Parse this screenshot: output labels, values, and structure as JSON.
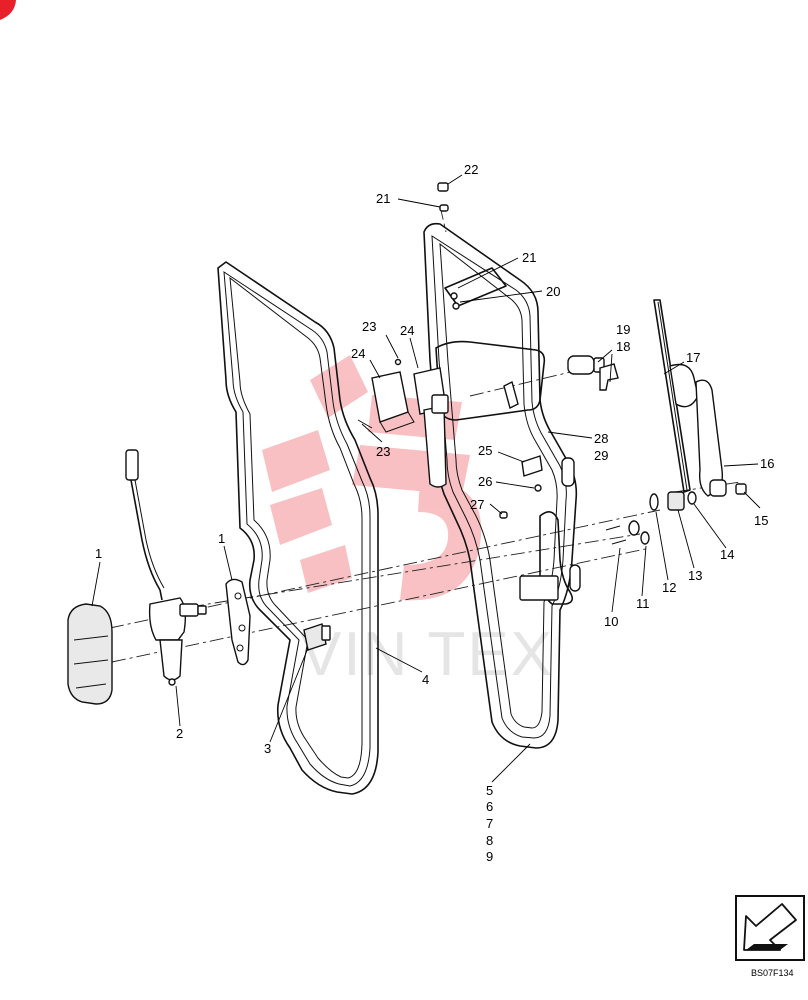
{
  "callouts": [
    {
      "id": "c22",
      "text": "22"
    },
    {
      "id": "c21a",
      "text": "21"
    },
    {
      "id": "c21b",
      "text": "21"
    },
    {
      "id": "c20",
      "text": "20"
    },
    {
      "id": "c19",
      "text": "19"
    },
    {
      "id": "c18",
      "text": "18"
    },
    {
      "id": "c17",
      "text": "17"
    },
    {
      "id": "c23a",
      "text": "23"
    },
    {
      "id": "c24a",
      "text": "24"
    },
    {
      "id": "c24b",
      "text": "24"
    },
    {
      "id": "c23b",
      "text": "23"
    },
    {
      "id": "c28",
      "text": "28"
    },
    {
      "id": "c29",
      "text": "29"
    },
    {
      "id": "c25",
      "text": "25"
    },
    {
      "id": "c26",
      "text": "26"
    },
    {
      "id": "c27",
      "text": "27"
    },
    {
      "id": "c16",
      "text": "16"
    },
    {
      "id": "c15",
      "text": "15"
    },
    {
      "id": "c14",
      "text": "14"
    },
    {
      "id": "c13",
      "text": "13"
    },
    {
      "id": "c12",
      "text": "12"
    },
    {
      "id": "c11",
      "text": "11"
    },
    {
      "id": "c10",
      "text": "10"
    },
    {
      "id": "c1a",
      "text": "1"
    },
    {
      "id": "c1b",
      "text": "1"
    },
    {
      "id": "c2",
      "text": "2"
    },
    {
      "id": "c3",
      "text": "3"
    },
    {
      "id": "c4",
      "text": "4"
    },
    {
      "id": "c5",
      "text": "5"
    },
    {
      "id": "c6",
      "text": "6"
    },
    {
      "id": "c7",
      "text": "7"
    },
    {
      "id": "c8",
      "text": "8"
    },
    {
      "id": "c9",
      "text": "9"
    }
  ],
  "watermark": "VIN TEX",
  "drawing_code": "BS07F134",
  "colors": {
    "watermark_red": "#e8202a",
    "ink": "#111111"
  },
  "icons": {
    "corner_mark": "red-corner-tab-icon",
    "nav_box": "arrow-down-left-icon"
  }
}
